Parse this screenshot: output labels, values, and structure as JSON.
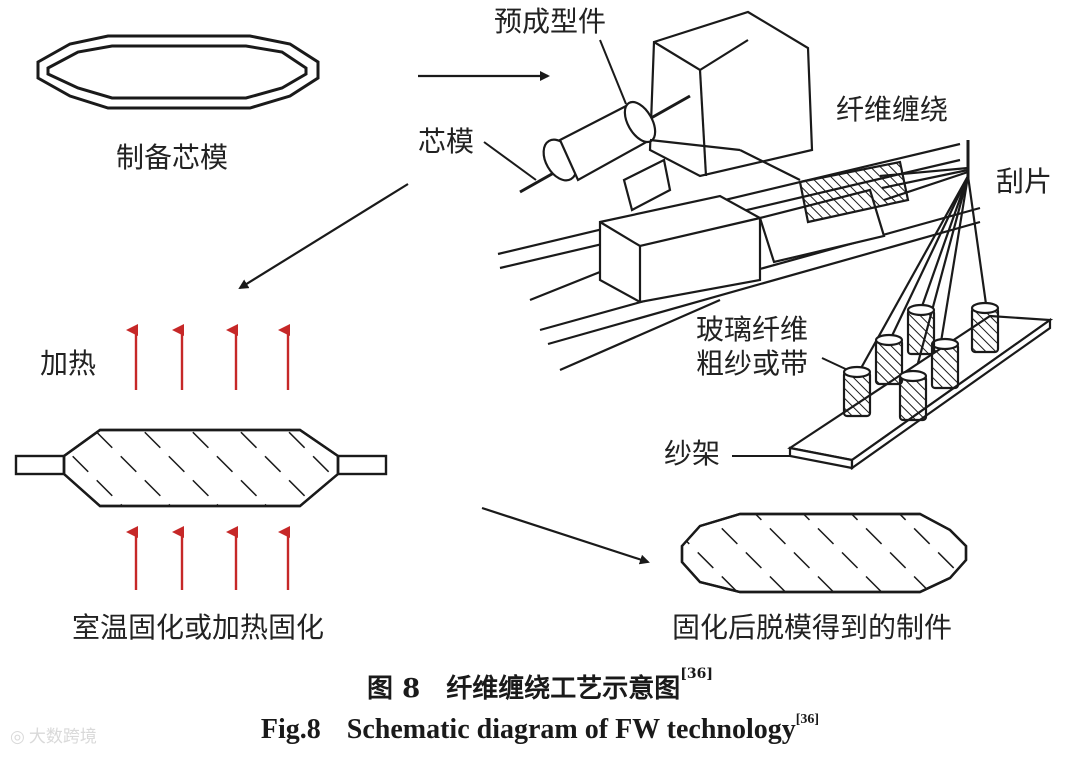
{
  "labels": {
    "core_mold_prep": "制备芯模",
    "preform": "预成型件",
    "core_mold": "芯模",
    "fiber_winding": "纤维缠绕",
    "scraper": "刮片",
    "glass_fiber_line1": "玻璃纤维",
    "glass_fiber_line2": "粗纱或带",
    "creel": "纱架",
    "heating": "加热",
    "curing": "室温固化或加热固化",
    "demolded_part": "固化后脱模得到的制件"
  },
  "caption": {
    "cn_text": "图 8",
    "cn_title": "纤维缠绕工艺示意图",
    "en_text": "Fig.8",
    "en_title": "Schematic diagram of FW technology",
    "ref": "[36]"
  },
  "watermark": {
    "icon": "weibo-icon",
    "text": "大数跨境"
  },
  "colors": {
    "arrow_red": "#c62828",
    "line": "#1a1a1a",
    "watermark": "#d9d9d9"
  }
}
